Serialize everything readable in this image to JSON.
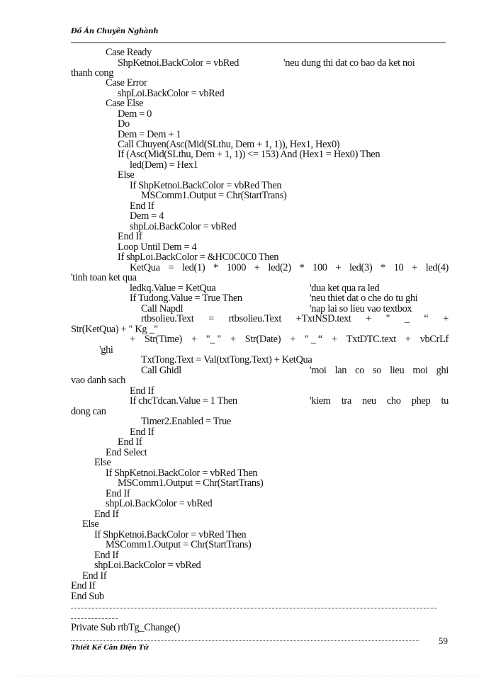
{
  "header": {
    "title": "Đồ Án Chuyên Nghành"
  },
  "footer": {
    "title": "Thiết Kế Cân Điện Tử",
    "page_number": "59"
  },
  "code": {
    "lines": [
      "Case Ready",
      "ShpKetnoi.BackColor = vbRed",
      "thanh cong",
      "Case Error",
      "shpLoi.BackColor = vbRed",
      "Case Else",
      "Dem = 0",
      "Do",
      "Dem = Dem + 1",
      "Call Chuyen(Asc(Mid(SLthu, Dem + 1, 1)), Hex1, Hex0)",
      "If (Asc(Mid(SLthu, Dem + 1, 1)) <= 153) And (Hex1 = Hex0) Then",
      "led(Dem) = Hex1",
      "Else",
      "If ShpKetnoi.BackColor = vbRed Then",
      "MSComm1.Output = Chr(StartTrans)",
      "End If",
      "Dem = 4",
      "shpLoi.BackColor = vbRed",
      "End If",
      "Loop Until Dem = 4",
      "If shpLoi.BackColor = &HC0C0C0 Then",
      "KetQua = led(1) * 1000 + led(2) * 100 + led(3) * 10 + led(4)",
      "'tinh toan ket qua",
      "ledkq.Value = KetQua",
      "If Tudong.Value = True Then",
      "Call Napdl",
      "rtbsolieu.Text = rtbsolieu.Text +TxtNSD.text + \" _ \" +",
      "Str(KetQua) + \" Kg _\"",
      "+ Str(Time) + \"_ \" + Str(Date) + \" _ \" + TxtDTC.text + vbCrLf",
      "'ghi",
      "TxtTong.Text = Val(txtTong.Text) + KetQua",
      "Call Ghidl",
      "vao danh sach",
      "End If",
      "If chcTdcan.Value = 1 Then",
      "dong can",
      "Timer2.Enabled = True",
      "End If",
      "End If",
      "End Select",
      "Else",
      "If ShpKetnoi.BackColor = vbRed Then",
      "MSComm1.Output = Chr(StartTrans)",
      "End If",
      "shpLoi.BackColor = vbRed",
      "End If",
      "Else",
      "If ShpKetnoi.BackColor = vbRed Then",
      "MSComm1.Output = Chr(StartTrans)",
      "End If",
      "shpLoi.BackColor = vbRed",
      "End If",
      "End If",
      "End Sub"
    ],
    "comments": {
      "l1": "'neu dung thi dat co bao da ket noi",
      "l23": "'dua ket qua ra led",
      "l24": "'neu thiet dat o che do tu ghi",
      "l25": "'nap lai so lieu vao textbox",
      "l31": "'moi lan co so lieu moi ghi",
      "l34": "'kiem tra neu cho phep tu"
    },
    "justified": {
      "l21": [
        "KetQua",
        "=",
        "led(1)",
        "*",
        "1000",
        "+",
        "led(2)",
        "*",
        "100",
        "+",
        "led(3)",
        "*",
        "10",
        "+",
        "led(4)"
      ],
      "l26": [
        "rtbsolieu.Text",
        "=",
        "rtbsolieu.Text",
        "+TxtNSD.text",
        "+",
        "\"",
        "_",
        "“",
        "+"
      ],
      "l28": [
        "+",
        "Str(Time)",
        "+",
        "\"_ \"",
        "+",
        "Str(Date)",
        "+",
        "\" _ “",
        "+",
        "TxtDTC.text",
        "+",
        "vbCrLf"
      ],
      "l31": [
        "'moi",
        "lan",
        "co",
        "so",
        "lieu",
        "moi",
        "ghi"
      ],
      "l34": [
        "'kiem",
        "tra",
        "neu",
        "cho",
        "phep",
        "tu"
      ]
    },
    "separator": "-----------------------------------------------------------------------------------------------------",
    "separator_cont": "-------------",
    "next_sub": "Private Sub rtbTg_Change()"
  }
}
